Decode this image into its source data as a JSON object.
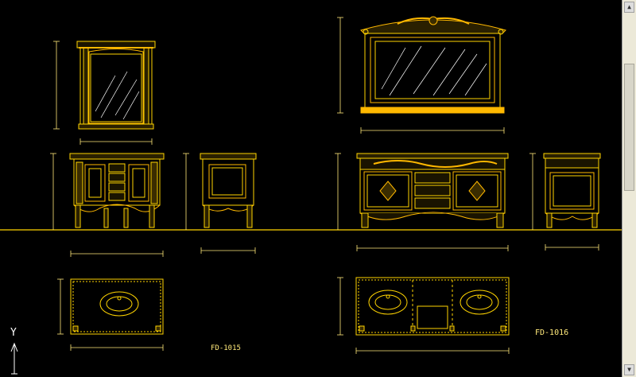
{
  "drawing": {
    "model_labels": [
      "FD-1015",
      "FD-1016"
    ],
    "ucs_axis_label": "Y"
  },
  "colors": {
    "background": "#000000",
    "line": "#ffd400",
    "gold": "#ffb800",
    "dim": "#ffe97a",
    "glass": "#ffffff"
  },
  "icons": {
    "ucs": "ucs-axis-icon"
  },
  "scrollbar": {
    "orientation": "vertical",
    "up_arrow": "▲",
    "down_arrow": "▼"
  }
}
